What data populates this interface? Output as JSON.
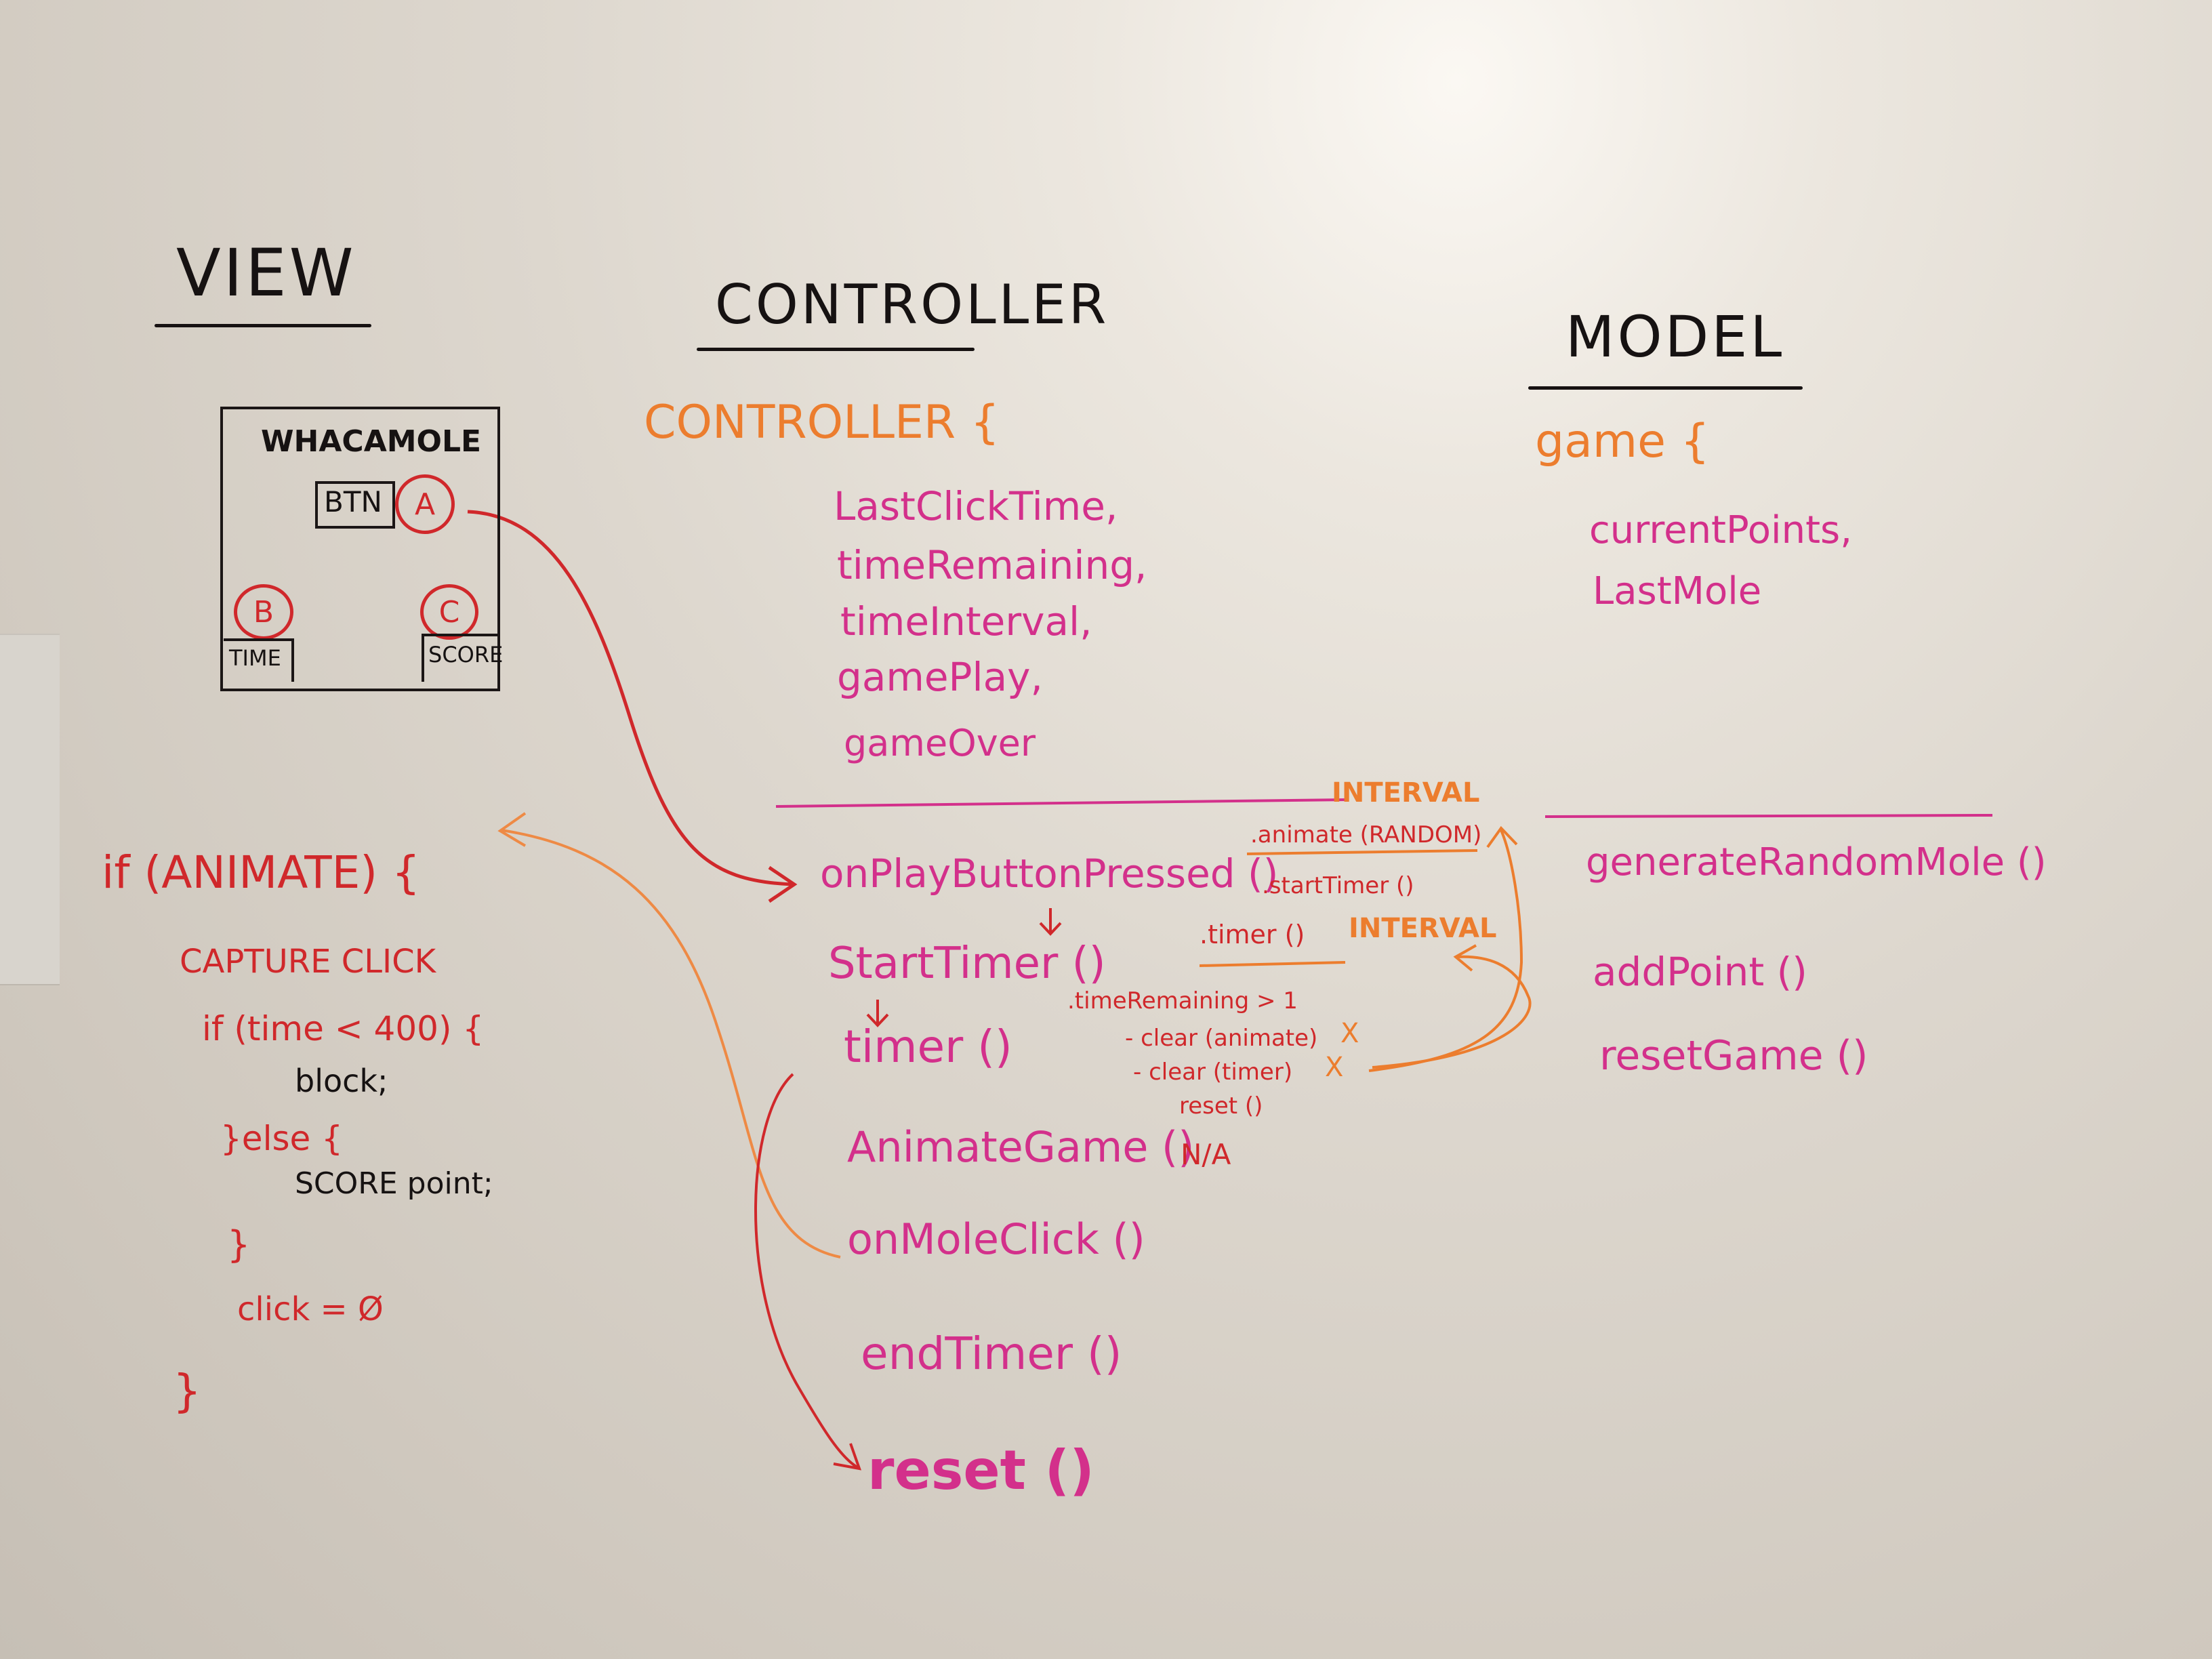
{
  "view": {
    "heading": "VIEW",
    "wireframe": {
      "title": "WHACAMOLE",
      "button": "BTN",
      "marker_a": "A",
      "marker_b": "B",
      "marker_c": "C",
      "time_box": "TIME",
      "score_box": "SCORE"
    },
    "code": {
      "line1": "if (ANIMATE) {",
      "line2": "CAPTURE CLICK",
      "line3": "if (time < 400) {",
      "line4": "block;",
      "line5": "}else {",
      "line6": "SCORE point;",
      "line7": "}",
      "line8": "click = Ø",
      "line9": "}"
    }
  },
  "controller": {
    "heading": "CONTROLLER",
    "object_open": "CONTROLLER {",
    "properties": [
      "LastClickTime,",
      "timeRemaining,",
      "timeInterval,",
      "gamePlay,",
      "gameOver"
    ],
    "methods": [
      "onPlayButtonPressed ()",
      "StartTimer ()",
      "timer ()",
      "AnimateGame ()",
      "onMoleClick ()",
      "endTimer ()",
      "reset ()"
    ],
    "notes": {
      "interval_top": "INTERVAL",
      "animate_random": ".animate (RANDOM)",
      "start_timer": ".startTimer ()",
      "timer_call": ".timer ()",
      "interval_mid": "INTERVAL",
      "time_remaining": ".timeRemaining > 1",
      "clear_animate": "- clear (animate)",
      "clear_timer": "- clear (timer)",
      "x_mark_1": "X",
      "x_mark_2": "X",
      "reset_call": "reset ()",
      "na": "N/A"
    }
  },
  "model": {
    "heading": "MODEL",
    "object_open": "game {",
    "properties": [
      "currentPoints,",
      "LastMole"
    ],
    "methods": [
      "generateRandomMole ()",
      "addPoint ()",
      "resetGame ()"
    ]
  },
  "colors": {
    "board": "#ddd7ce",
    "black_marker": "#161212",
    "red_marker": "#d0282b",
    "orange_marker": "#ec7d2e",
    "pink_marker": "#c9238c"
  }
}
